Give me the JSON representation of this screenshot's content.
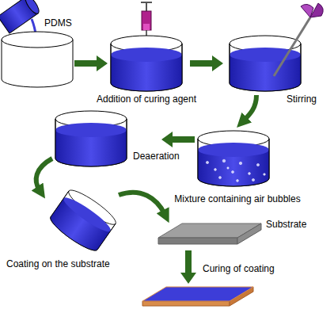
{
  "diagram": {
    "labels": [
      "PDMS",
      "Addition of curing agent",
      "Stirring",
      "Mixture containing air bubbles",
      "Deaeration",
      "Substrate",
      "Coating on the substrate",
      "Curing of coating"
    ]
  }
}
